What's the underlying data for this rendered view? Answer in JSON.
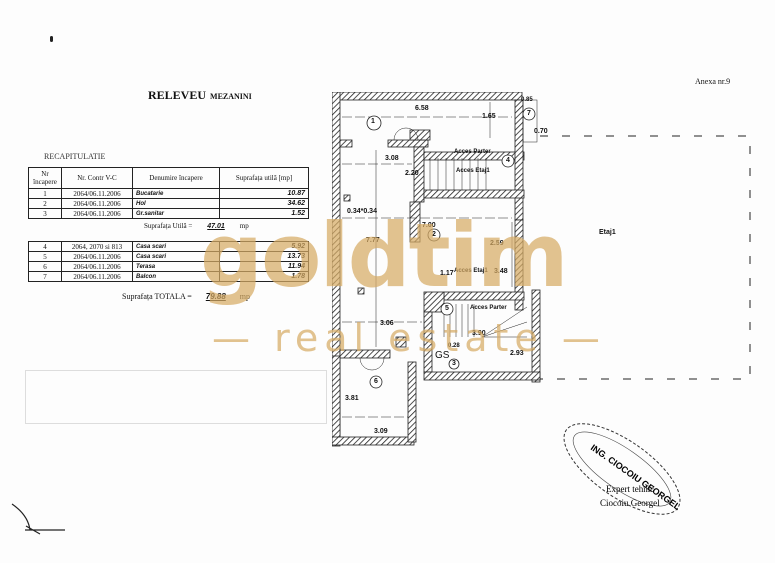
{
  "document": {
    "title": "RELEVEU",
    "subtitle": "MEZANINI",
    "annex": "Anexa nr.9",
    "recap_heading": "RECAPITULATIE"
  },
  "table": {
    "headers": [
      "Nr încapere",
      "Nr. Contr V-C",
      "Denumire încapere",
      "Suprafața utilă [mp]"
    ],
    "rows_group1": [
      {
        "nr": "1",
        "contract": "2064/06.11.2006",
        "name": "Bucatarie",
        "area": "10.87"
      },
      {
        "nr": "2",
        "contract": "2064/06.11.2006",
        "name": "Hol",
        "area": "34.62"
      },
      {
        "nr": "3",
        "contract": "2064/06.11.2006",
        "name": "Gr.sanitar",
        "area": "1.52"
      }
    ],
    "subtotal_label": "Suprafața Utilă =",
    "subtotal_value": "47.01",
    "subtotal_unit": "mp",
    "rows_group2": [
      {
        "nr": "4",
        "contract": "2064, 2070 si 813",
        "name": "Casa scari",
        "area": "5.92"
      },
      {
        "nr": "5",
        "contract": "2064/06.11.2006",
        "name": "Casa scari",
        "area": "13.73"
      },
      {
        "nr": "6",
        "contract": "2064/06.11.2006",
        "name": "Terasa",
        "area": "11.94"
      },
      {
        "nr": "7",
        "contract": "2064/06.11.2006",
        "name": "Balcon",
        "area": "1.78"
      }
    ],
    "total_label": "Suprafața TOTALA =",
    "total_value": "79.88",
    "total_unit": "mp"
  },
  "plan": {
    "rooms": [
      "1",
      "2",
      "3",
      "4",
      "5",
      "6",
      "7"
    ],
    "dimensions": {
      "d1": "6.58",
      "d2": "1.65",
      "d3": "0.70",
      "d4": "3.08",
      "d5": "2.20",
      "d6": "0.34*0.34",
      "d7": "7.00",
      "d8": "7.77",
      "d9": "2.59",
      "d10": "1.17",
      "d11": "3.48",
      "d12": "3.06",
      "d13": "3.90",
      "d14": "2.93",
      "d15": "3.81",
      "d16": "3.09",
      "d17": "0.85",
      "d18": "0.28"
    },
    "labels": {
      "acces_parter_1": "Acces Parter",
      "acces_etaj_1": "Acces Etaj1",
      "acces_etaj_2": "Acces Etaj1",
      "acces_parter_2": "Acces Parter",
      "gs": "GS",
      "etaj": "Etaj1"
    }
  },
  "stamp": {
    "line1": "ING. CIOCOIU GEORGEL",
    "line2": "Expert tehnic",
    "line3": "Ciocoiu Georgel"
  },
  "watermark": {
    "brand": "goldtim",
    "tagline": "— real estate —",
    "color": "#d6aa64"
  }
}
